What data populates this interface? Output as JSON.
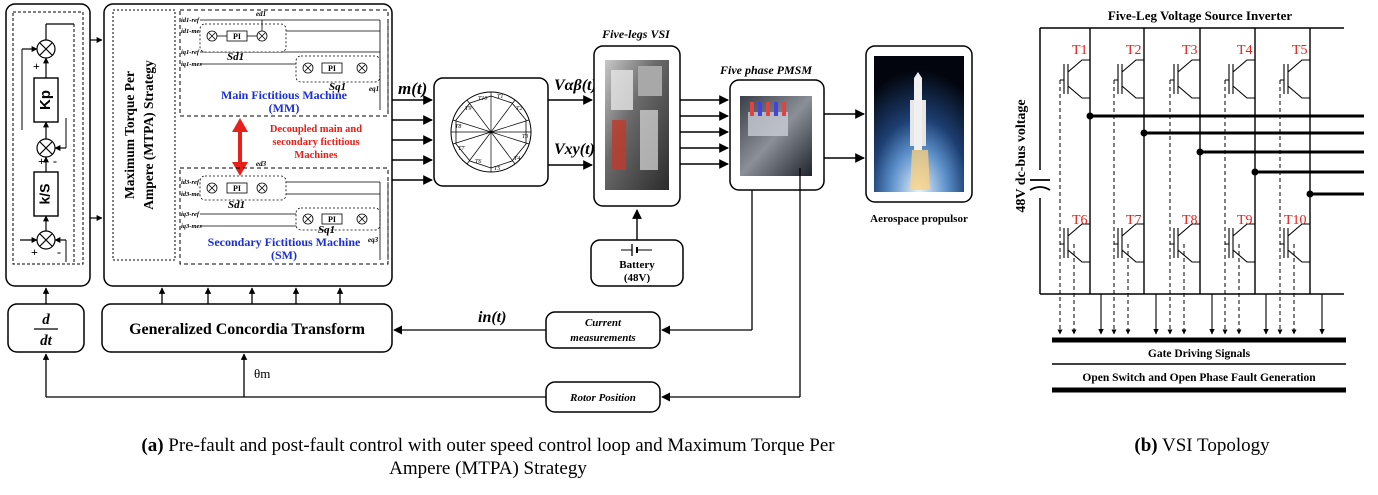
{
  "left": {
    "kp": "Kp",
    "ki_s": "k/S",
    "plus": "+",
    "minus": "-",
    "derivative_num": "d",
    "derivative_den": "dt",
    "mtpa_strategy_line1": "Maximum Torque Per",
    "mtpa_strategy_line2": "Ampere (MTPA) Strategy",
    "main_machine_line1": "Main Fictitious Machine",
    "main_machine_line2": "(MM)",
    "secondary_machine_line1": "Secondary Fictitious Machine",
    "secondary_machine_line2": "(SM)",
    "decoupled_line1": "Decoupled main and",
    "decoupled_line2": "secondary fictitious",
    "decoupled_line3": "Machines",
    "pi": "PI",
    "sd1": "Sd1",
    "sq1": "Sq1",
    "ed1": "ed1",
    "eq1": "eq1",
    "ed3": "ed3",
    "eq3": "eq3",
    "id1_ref": "id1-ref",
    "id1_mes": "id1-mes",
    "iq1_ref": "iq1-ref",
    "iq1_mes": "iq1-mes",
    "id3_ref": "id3-ref",
    "id3_mes": "id3-mes",
    "iq3_ref": "iq3-ref",
    "iq3_mes": "iq3-mes",
    "m_t": "m(t)",
    "v_ab": "Vαβ(t)",
    "v_xy": "Vxy(t)",
    "five_legs_vsi": "Five-legs VSI",
    "five_phase_pmsm": "Five phase PMSM",
    "battery_line1": "Battery",
    "battery_line2": "(48V)",
    "aerospace_propulsor": "Aerospace propulsor",
    "concordia": "Generalized Concordia Transform",
    "in_t": "in(t)",
    "current_meas_line1": "Current",
    "current_meas_line2": "measurements",
    "rotor_position": "Rotor Position",
    "theta_m": "θm",
    "caption_bold": "(a)",
    "caption_line1": " Pre-fault and post-fault control with outer speed control loop and Maximum Torque Per",
    "caption_line2": "Ampere (MTPA) Strategy",
    "sv_labels": [
      "T1",
      "T2",
      "T3",
      "T4",
      "T5",
      "T6",
      "T7",
      "T8",
      "T9",
      "T10"
    ]
  },
  "right": {
    "title": "Five-Leg Voltage Source Inverter",
    "dc_bus": "48V dc-bus voltage",
    "top_switches": [
      "T1",
      "T2",
      "T3",
      "T4",
      "T5"
    ],
    "bottom_switches": [
      "T6",
      "T7",
      "T8",
      "T9",
      "T10"
    ],
    "gate_signals": "Gate Driving Signals",
    "fault_generation": "Open Switch and Open Phase Fault Generation",
    "caption_bold": "(b)",
    "caption_text": " VSI Topology"
  },
  "colors": {
    "switch_label": "#e8201a",
    "machine_label": "#1a2fd6",
    "decoupled_text": "#e8201a",
    "arrow_red": "#e8201a"
  }
}
